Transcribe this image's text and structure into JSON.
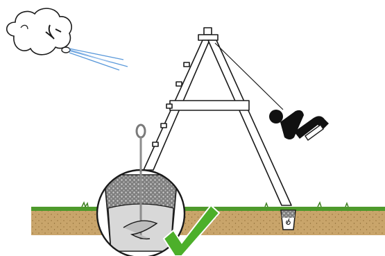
{
  "illustration": {
    "subject": "swing-set-anchored-against-wind",
    "elements": [
      "wind-cloud",
      "a-frame-swing",
      "child-swinging",
      "auger-anchor-inset",
      "ground-anchor",
      "checkmark"
    ]
  },
  "colors": {
    "grass": "#4e9a2c",
    "soil": "#c9a56b",
    "soil_dots": "#a27e45",
    "frame_fill": "#ffffff",
    "outline": "#1a1a1a",
    "concrete": "#d8d8d8",
    "gravel": "#9a9a9a",
    "check": "#4caf2a",
    "wind": "#4a8fd6"
  }
}
